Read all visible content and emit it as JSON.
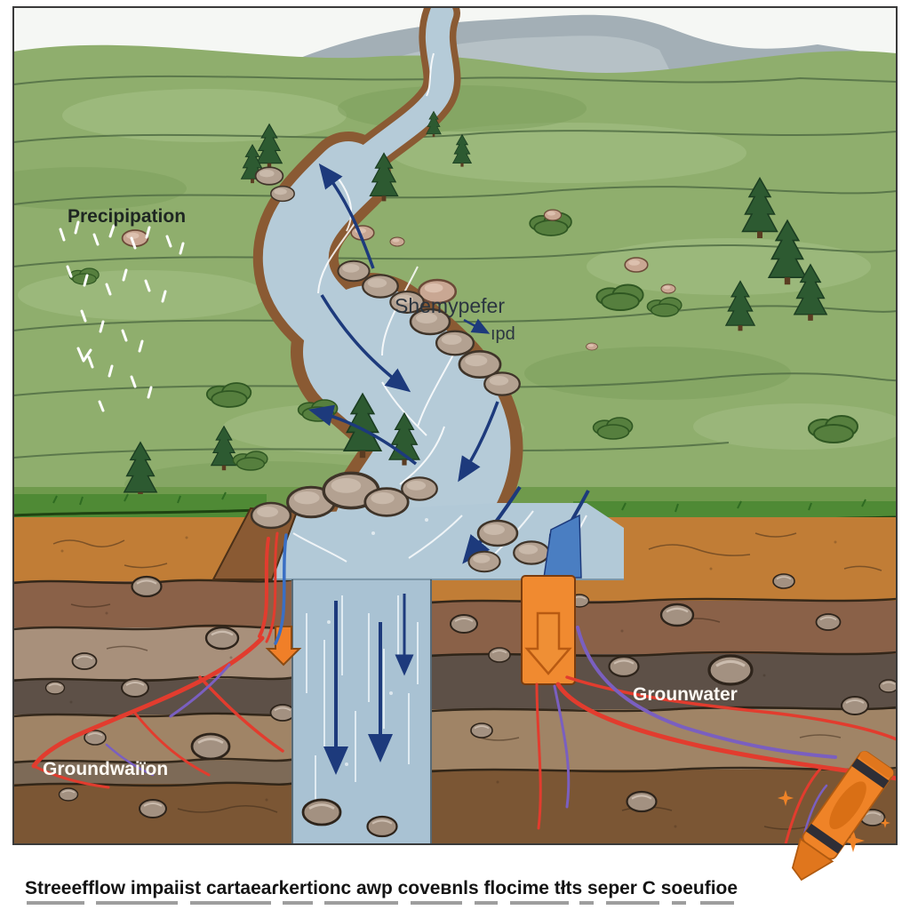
{
  "labels": {
    "precipitation": "Precipipation",
    "stream_name_line1": "Shemypefer",
    "stream_name_line2": "ıpd",
    "groundwater_right": "Grounwater",
    "groundwater_left": "Groundwaiïon"
  },
  "caption": {
    "text": "Streeefflow impaiist cartaeaɾkertionc awp coveʙnls flocime tłts seper C soeufioe"
  },
  "icons": {
    "crayon_logo": "orange-crayon",
    "sparkle": "four-point-star",
    "stream_flow_arrow": "navy-curved-arrow",
    "infiltration_arrow": "navy-down-arrow",
    "recharge_arrow": "orange-down-arrow"
  },
  "colors": {
    "grass_green": "#8fae6d",
    "stream_blue": "#b5cbd8",
    "soil_orange": "#c17d36",
    "soil_brown": "#8a6148",
    "soil_gray": "#5d5047",
    "flowline_red": "#e23c2e",
    "flowline_purple": "#7a5fc0",
    "flowline_blue": "#3a6fc4",
    "arrow_navy": "#1d3a7c",
    "recharge_orange": "#f08a30",
    "logo_orange": "#ef8327",
    "caption_black": "#141414"
  }
}
